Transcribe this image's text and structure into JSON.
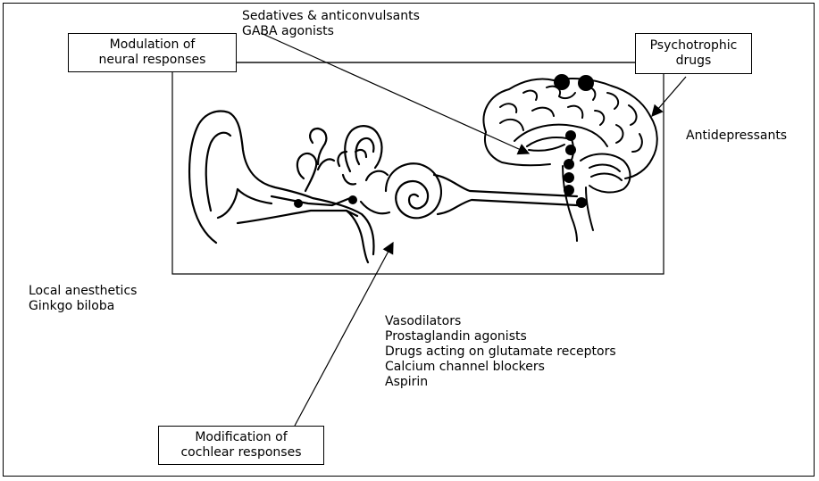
{
  "diagram": {
    "boxes": {
      "neural": "Modulation of\nneural responses",
      "psychotropic": "Psychotrophic\ndrugs",
      "cochlear": "Modification of\ncochlear responses"
    },
    "labels": {
      "sedatives": [
        "Sedatives & anticonvulsants",
        "GABA agonists"
      ],
      "antidepressants": "Antidepressants",
      "local": [
        "Local anesthetics",
        "Ginkgo biloba"
      ],
      "cochlear_drugs": [
        "Vasodilators",
        "Prostaglandin agonists",
        "Drugs acting on glutamate receptors",
        "Calcium channel blockers",
        "Aspirin"
      ]
    },
    "icons": [
      "ear-illustration",
      "brain-illustration",
      "site-of-action-dot",
      "arrowhead"
    ],
    "colors": {
      "line": "#000000",
      "background": "#ffffff"
    }
  }
}
